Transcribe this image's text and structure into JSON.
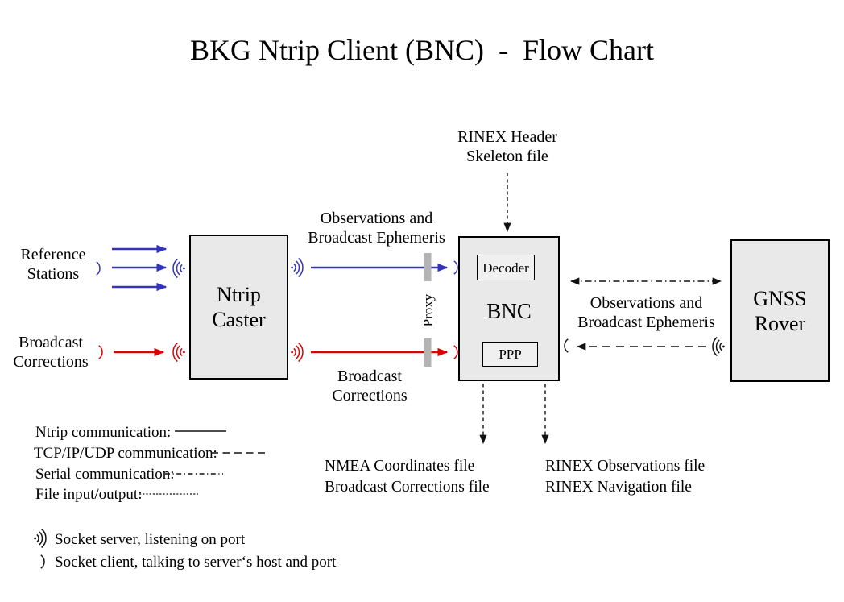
{
  "title": "BKG Ntrip Client (BNC)  -  Flow Chart",
  "colors": {
    "ntrip_blue": "#3333bb",
    "corrections_red": "#dd0000",
    "box_fill": "#e9e9e9",
    "box_fill_inner": "#f0f0f0",
    "proxy_gray": "#b3b3b3",
    "ink": "#111111"
  },
  "nodes": {
    "ntrip_caster": {
      "line1": "Ntrip",
      "line2": "Caster"
    },
    "bnc": {
      "label": "BNC",
      "decoder_label": "Decoder",
      "ppp_label": "PPP"
    },
    "gnss_rover": {
      "line1": "GNSS",
      "line2": "Rover"
    },
    "proxy_label": "Proxy"
  },
  "labels": {
    "reference_stations": {
      "line1": "Reference",
      "line2": "Stations"
    },
    "broadcast_corrections_input": {
      "line1": "Broadcast",
      "line2": "Corrections"
    },
    "observations_ephemeris_top": {
      "line1": "Observations and",
      "line2": "Broadcast Ephemeris"
    },
    "broadcast_corrections_link": {
      "line1": "Broadcast",
      "line2": "Corrections"
    },
    "rinex_header_skeleton": {
      "line1": "RINEX Header",
      "line2": "Skeleton file"
    },
    "observations_ephemeris_rover": {
      "line1": "Observations and",
      "line2": "Broadcast Ephemeris"
    },
    "nmea_output": {
      "line1": "NMEA Coordinates file",
      "line2": "Broadcast Corrections file"
    },
    "rinex_output": {
      "line1": "RINEX Observations file",
      "line2": "RINEX Navigation file"
    }
  },
  "legend": {
    "items": [
      {
        "label": "Ntrip communication:",
        "style": "solid"
      },
      {
        "label": "TCP/IP/UDP communication:",
        "style": "dashed"
      },
      {
        "label": "Serial communication:",
        "style": "dashdot"
      },
      {
        "label": "File input/output:",
        "style": "dotted"
      }
    ],
    "socket_server_label": "Socket server, listening on port",
    "socket_client_label": "Socket client, talking to server‘s host and port"
  }
}
